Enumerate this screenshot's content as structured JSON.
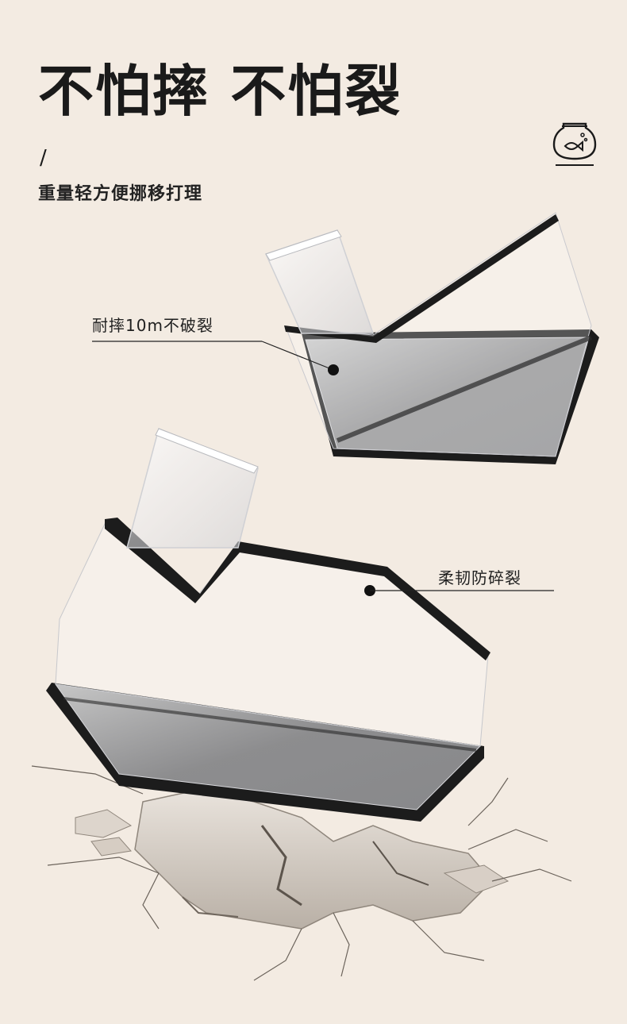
{
  "header": {
    "title": "不怕摔 不怕裂",
    "slash": "/",
    "subtitle": "重量轻方便挪移打理"
  },
  "callouts": [
    {
      "label": "耐摔10m不破裂"
    },
    {
      "label": "柔韧防碎裂"
    }
  ],
  "brand": {
    "icon": "fishbowl-icon"
  },
  "colors": {
    "background": "#f3ebe2",
    "text": "#1a1a1a",
    "frame": "#1c1c1c",
    "ground": "#e6ded4"
  }
}
